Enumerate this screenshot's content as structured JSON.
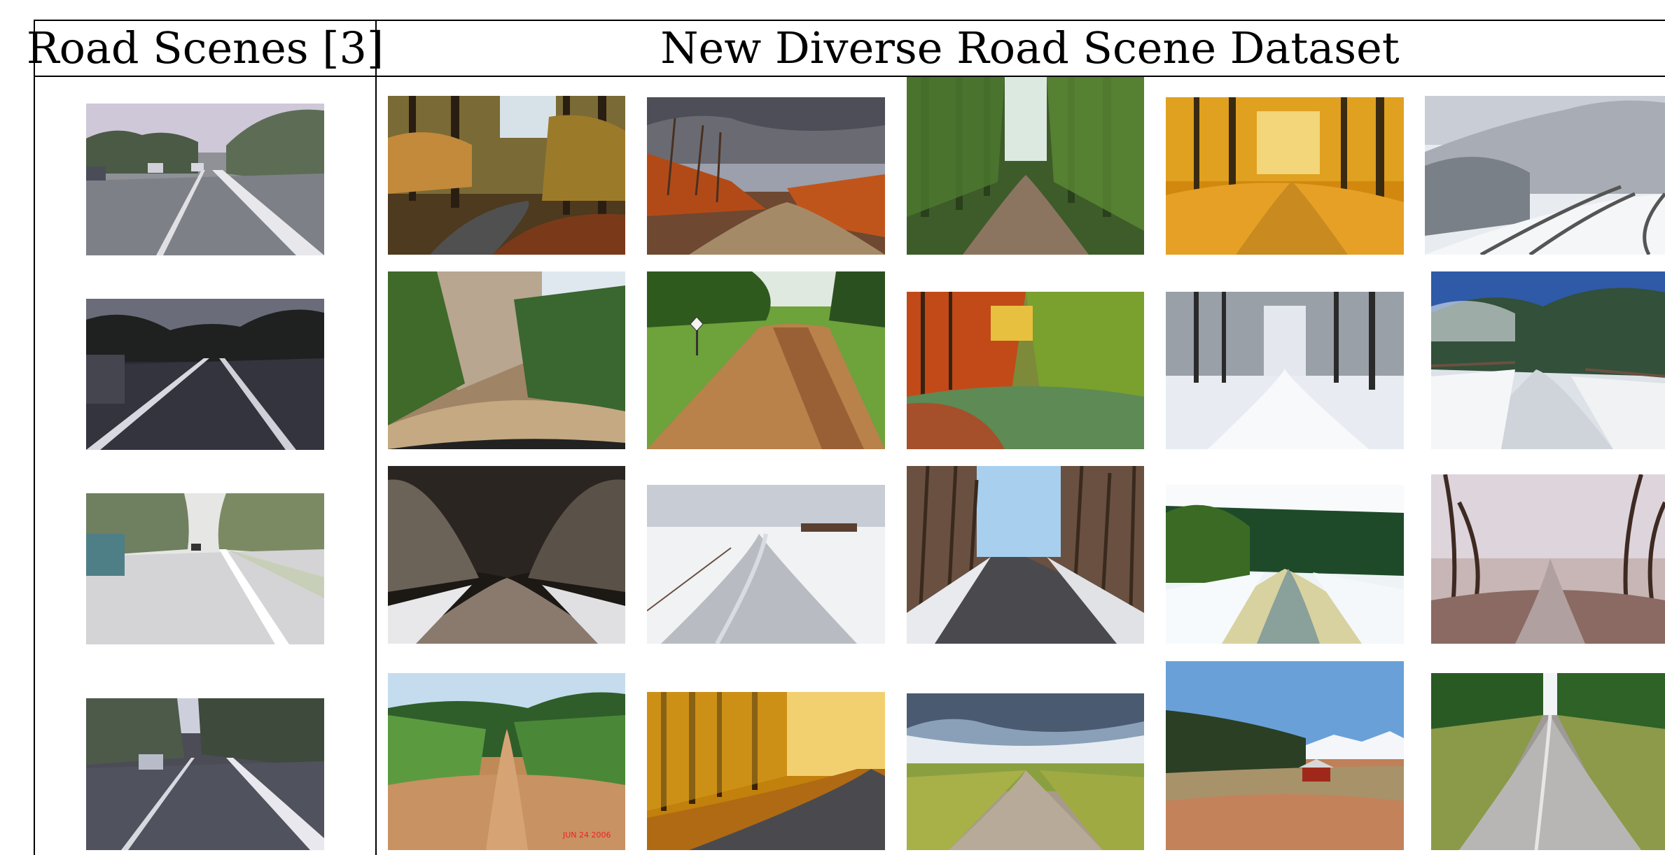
{
  "table": {
    "left_header": "Road Scenes [3]",
    "right_header": "New Diverse Road Scene Dataset"
  },
  "left_column": [
    {
      "name": "cityscape-highway-cars"
    },
    {
      "name": "dark-highway-trees"
    },
    {
      "name": "foggy-highway-van"
    },
    {
      "name": "highway-cars-trees"
    }
  ],
  "grid": [
    [
      "autumn-paved-forest-road",
      "red-brush-dirt-road",
      "green-forest-dirt-road",
      "orange-autumn-leaf-road",
      "snowy-hill-road"
    ],
    [
      "rocky-cliff-dirt-road",
      "straight-dirt-road-sign",
      "autumn-leaf-covered-road",
      "snowy-forest-road",
      "snowy-pine-fence-road"
    ],
    [
      "dark-tunnel-snow-road",
      "snowy-field-road",
      "bare-forest-paved-road",
      "snow-edge-forest-road",
      "misty-bare-trees-road"
    ],
    [
      "green-valley-dirt-road",
      "golden-forest-paved-road",
      "cloudy-plain-dirt-road",
      "red-barn-mountain-road",
      "wet-gravel-forest-road"
    ]
  ],
  "stamp_text": "JUN 24 2006"
}
